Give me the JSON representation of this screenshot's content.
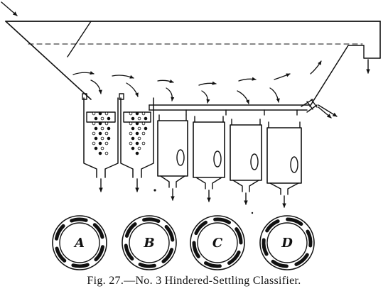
{
  "figure": {
    "caption": "Fig. 27.—No. 3 Hindered-Settling Classifier.",
    "discs": [
      "A",
      "B",
      "C",
      "D"
    ]
  },
  "colors": {
    "ink": "#111111",
    "paper": "#ffffff"
  }
}
